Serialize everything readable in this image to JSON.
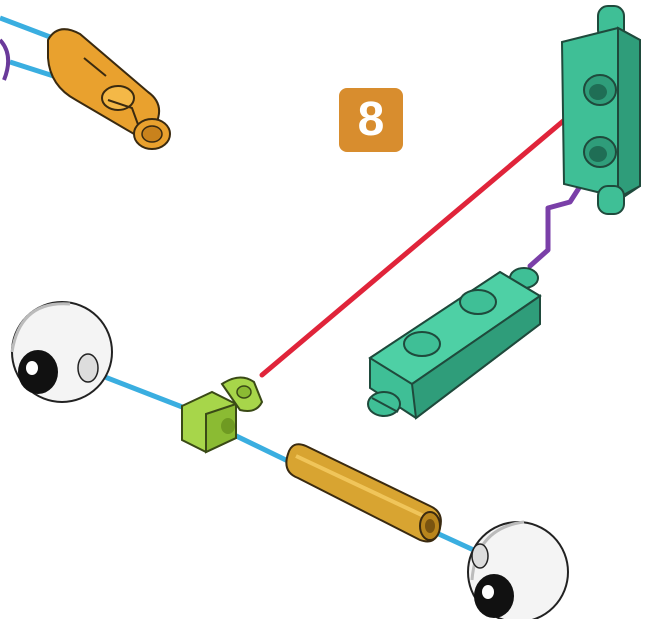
{
  "step": {
    "number": "8",
    "badge_color": "#d88d2e"
  },
  "palette": {
    "green_block": "#3fbf96",
    "green_dark": "#1f6e55",
    "yellow_green_connector": "#a7d64a",
    "orange_connector": "#e9a12e",
    "orange_tube": "#d8a431",
    "red_wire": "#e0243a",
    "purple_wire": "#7a3fa8",
    "blue_rod": "#3aaee0",
    "wheel_white": "#f4f4f4",
    "outline": "#222222"
  },
  "parts": [
    "orange-angle-connector",
    "green-block-upright",
    "green-block-flat",
    "yellow-green-elbow-connector",
    "orange-tube",
    "eye-wheel-left",
    "eye-wheel-right",
    "red-wire",
    "purple-wire",
    "blue-axle-rods"
  ]
}
